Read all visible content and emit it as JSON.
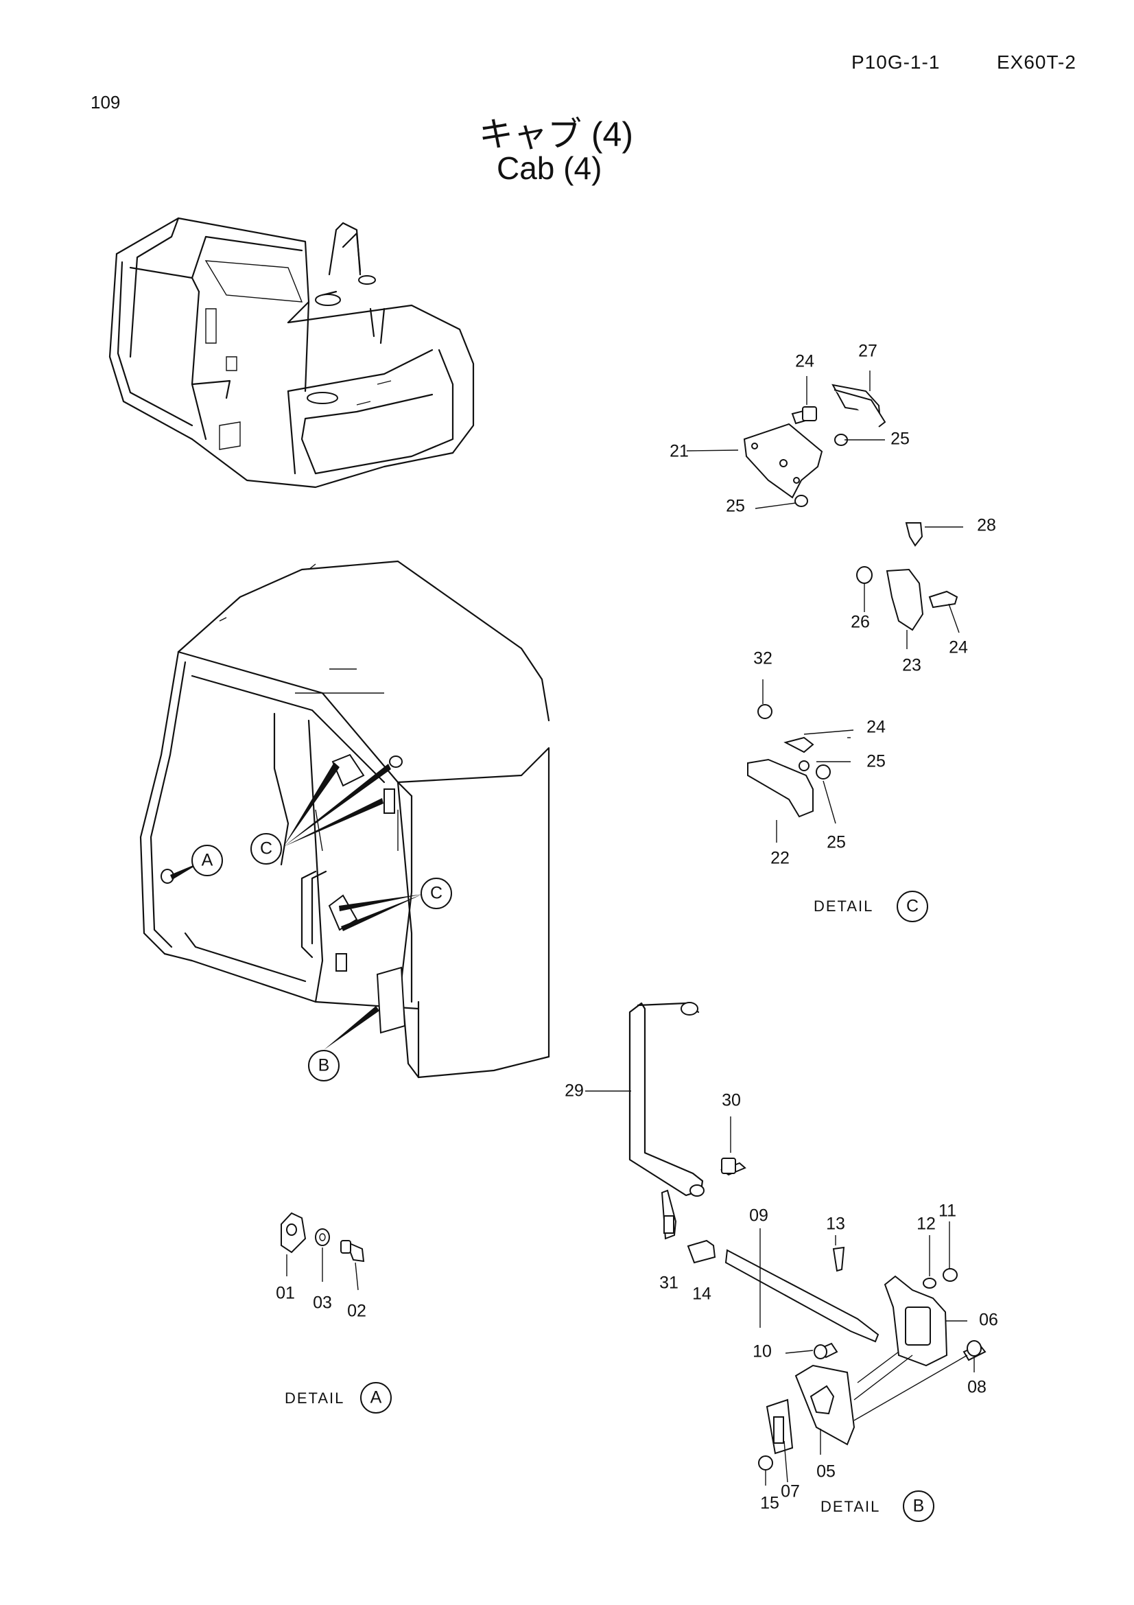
{
  "header": {
    "section_code": "P10G-1-1",
    "model": "EX60T-2",
    "page_number": "109"
  },
  "title": {
    "japanese": "キャブ (4)",
    "english": "Cab (4)"
  },
  "detail_caption_prefix": "DETAIL",
  "callouts": [
    "A",
    "B",
    "C"
  ],
  "part_numbers": {
    "detail_a": [
      "01",
      "03",
      "02"
    ],
    "detail_b": [
      "29",
      "30",
      "31",
      "14",
      "09",
      "13",
      "12",
      "11",
      "06",
      "10",
      "08",
      "05",
      "07",
      "15"
    ],
    "detail_c": [
      "24",
      "27",
      "21",
      "25",
      "25",
      "28",
      "26",
      "23",
      "24",
      "32",
      "24",
      "25",
      "22",
      "25"
    ]
  }
}
